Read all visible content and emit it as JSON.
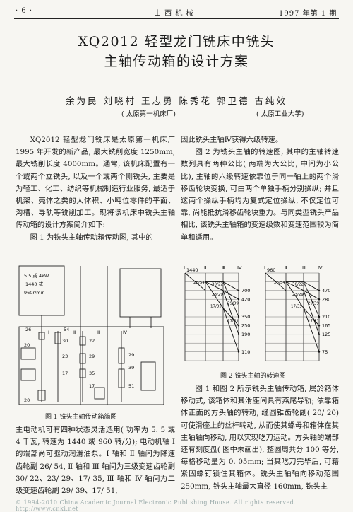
{
  "header": {
    "page_number": "· 6 ·",
    "journal": "山 西 机 械",
    "issue": "1997 年第 1 期"
  },
  "title": {
    "line1": "XQ2012 轻型龙门铣床中铣头",
    "line2": "主轴传动箱的设计方案"
  },
  "authors": "余为民  刘晓村  王志勇  陈秀花  郭卫德  古纯效",
  "affiliations": [
    "( 太原第一机床厂)",
    "( 太原工业大学)"
  ],
  "left_column": {
    "para1": "XQ2012 轻型龙门铣床是太原第一机床厂 1995 年开发的新产品, 最大铣削宽度 1250mm, 最大铣削长度 4000mm。通常, 该机床配置有一个或两个立铣头, 以及一个或两个侧铣头, 主要是为轻工、化工、纺织等机械制造行业服务, 最适于机架、壳体之类的大体积、小吨位零件的平面、沟槽、导轨等铣削加工。现将该机床中铣头主轴传动箱的设计方案简介如下:",
    "para2": "图 1 为铣头主轴传动箱传动图, 其中的",
    "para3": "主电动机可有四种状态灵活选用( 功率为 5. 5 或 4 千瓦, 转速为 1440 或 960 转/分); 电动机轴 Ⅰ 的端部尚可驱动润滑油泵。Ⅰ 轴和 Ⅱ 轴间为降速齿轮副 26/ 54, Ⅱ 轴和 Ⅲ 轴间为三级变速齿轮副 30/ 22、23/ 29、17/ 35, Ⅲ 轴和 Ⅳ 轴间为二级变速齿轮副 29/ 39、17/ 51,"
  },
  "right_column": {
    "para1": "因此铣头主轴Ⅳ获得六级转速。",
    "para2": "图 2 为铣头主轴的转速图, 其中的主轴转速数列具有两种公比( 两端为大公比, 中间为小公比), 主轴的六级转速依靠位于同一轴上的两个滑移齿轮块变换, 可由两个单独手柄分别操纵; 并且这两个操纵手柄均为复式定位操纵, 不仅定位可靠, 尚能抵抗滑移齿轮块重力。与同类型铣头产品相比, 该铣头主轴箱的变速级数和变速范围较为简单和适用。",
    "para3": "图 1 和图 2 所示铣头主轴传动箱, 属於箱体移动式, 该箱体和其滑座间具有燕尾导轨; 依靠箱体正面的方头轴的转动, 经圆锥齿轮副( 20/ 20) 可使滑座上的丝杆转动, 从而使其螺母和箱体在其主轴轴向移动, 用以实现吃刀运动。方头轴的端部还有刻度盘( 图中未画出), 整圆周共分 100 等分, 每格移动量为 0. 05mm; 当其吃刀完毕后, 可藉紧固螺钉锁住其箱体。铣头主轴轴向移动范围 250mm, 铣头主轴最大直径 160mm, 铣头主"
  },
  "figure1": {
    "motor_label": [
      "5.5 或 4kW",
      "1440 或",
      "960r/min"
    ],
    "gear_numbers": [
      "26",
      "54",
      "20",
      "30",
      "22",
      "23",
      "29",
      "17",
      "35",
      "29",
      "39",
      "51",
      "17",
      "20"
    ],
    "shaft_labels": [
      "Ⅰ",
      "Ⅱ",
      "Ⅲ",
      "Ⅳ"
    ],
    "caption": "图 1  铣头主轴传动箱简图"
  },
  "figure2": {
    "caption": "图 2  铣头主轴的转速图",
    "left_diagram": {
      "shaft_labels": [
        "Ⅰ",
        "Ⅱ",
        "Ⅲ",
        "Ⅳ"
      ],
      "input_speed": "1440",
      "gear_ratios": [
        "26/54",
        "30/22",
        "23/29",
        "17/35",
        "29/39",
        "17/51"
      ],
      "output_speeds": [
        "700",
        "420",
        "350",
        "250",
        "190",
        "110"
      ]
    },
    "right_diagram": {
      "shaft_labels": [
        "Ⅰ",
        "Ⅱ",
        "Ⅲ",
        "Ⅳ"
      ],
      "input_speed": "960",
      "gear_ratios": [
        "26/54",
        "30/22",
        "23/29",
        "17/35",
        "29/39",
        "17/51"
      ],
      "output_speeds": [
        "470",
        "280",
        "210",
        "165",
        "125",
        "75"
      ]
    }
  },
  "footer": "© 1994-2010 China Academic Journal Electronic Publishing House. All rights reserved.   http://www.cnki.net"
}
